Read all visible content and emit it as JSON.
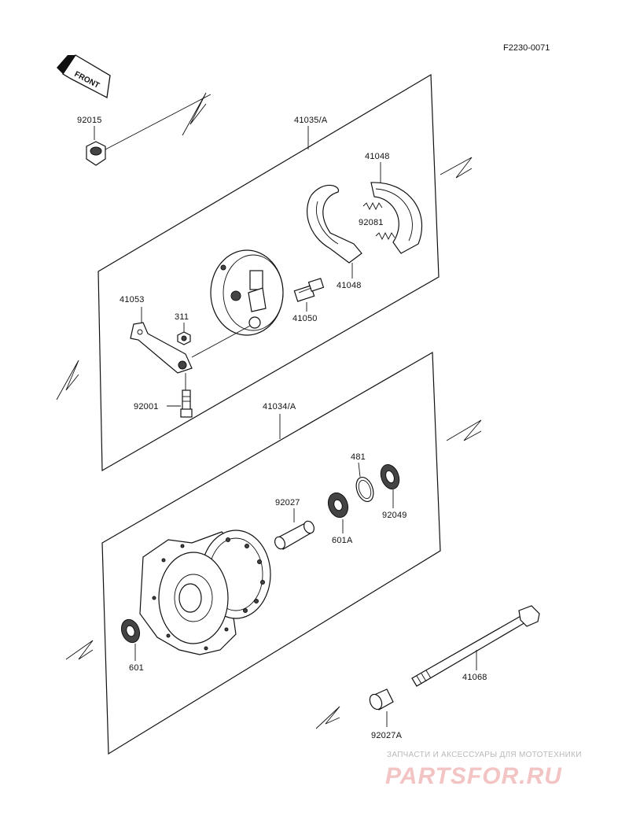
{
  "figure_code": "F2230-0071",
  "front_label": "FRONT",
  "parts": [
    {
      "id": "92015"
    },
    {
      "id": "41035/A"
    },
    {
      "id": "41048"
    },
    {
      "id": "92081"
    },
    {
      "id": "41048"
    },
    {
      "id": "41053"
    },
    {
      "id": "311"
    },
    {
      "id": "41050"
    },
    {
      "id": "92001"
    },
    {
      "id": "41034/A"
    },
    {
      "id": "481"
    },
    {
      "id": "92027"
    },
    {
      "id": "92049"
    },
    {
      "id": "601A"
    },
    {
      "id": "601"
    },
    {
      "id": "41068"
    },
    {
      "id": "92027A"
    }
  ],
  "watermark": {
    "tagline": "ЗАПЧАСТИ И АКСЕССУАРЫ ДЛЯ МОТОТЕХНИКИ",
    "logo": "PARTSFOR.RU",
    "color": "#e88e8e"
  }
}
